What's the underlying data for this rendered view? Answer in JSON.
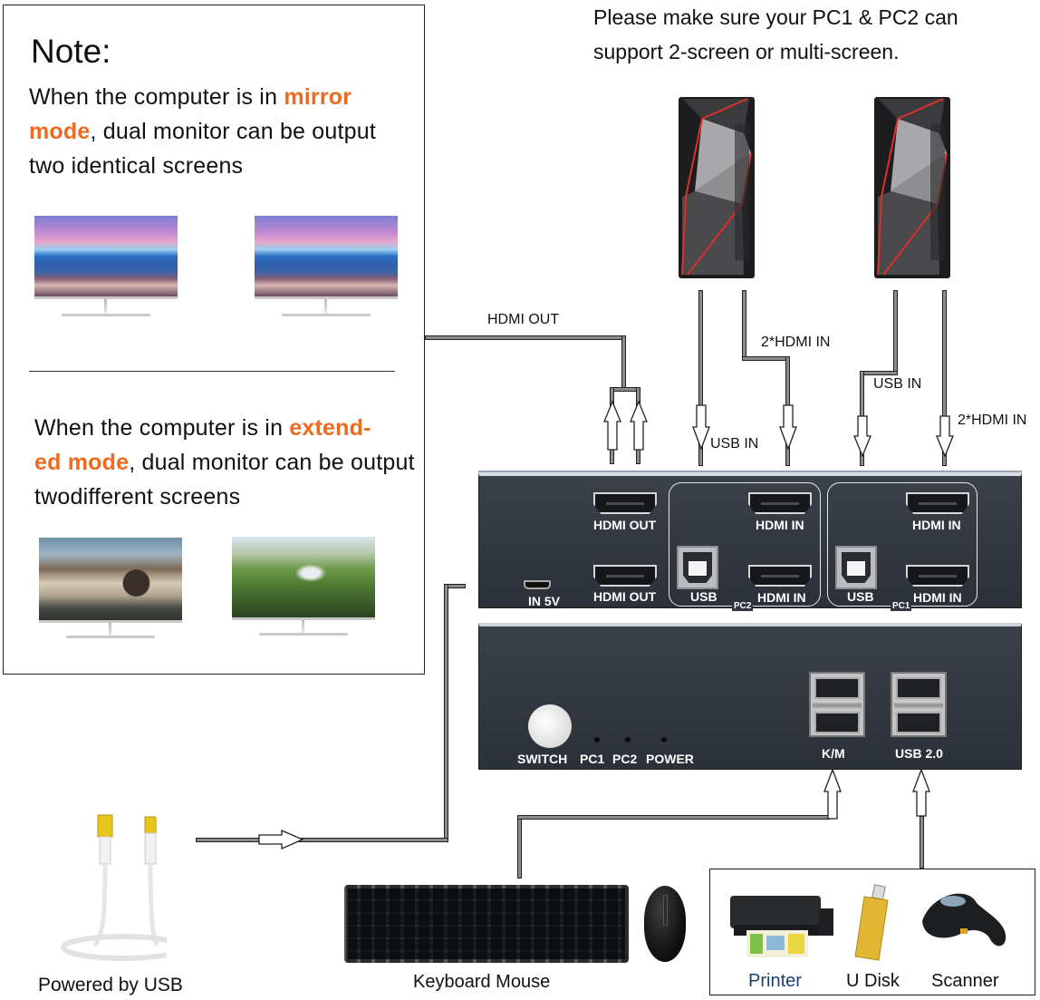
{
  "note": {
    "title": "Note:",
    "mirror": {
      "prefix": "When the computer is in ",
      "highlight_1": "mirror",
      "highlight_2": "mode",
      "suffix": ", dual monitor can be output two identical screens"
    },
    "extend": {
      "prefix": "When the computer is in ",
      "highlight_1": "extend-",
      "highlight_2": "ed mode",
      "suffix": ", dual monitor can be output twodifferent screens"
    },
    "highlight_color": "#ee6a1f"
  },
  "header": {
    "line1": "Please make sure your PC1 & PC2 can",
    "line2": "support 2-screen or multi-screen."
  },
  "cable_labels": {
    "hdmi_out": "HDMI OUT",
    "pc2_hdmi_in": "2*HDMI IN",
    "pc2_usb_in": "USB IN",
    "pc1_usb_in": "USB IN",
    "pc1_hdmi_in": "2*HDMI IN"
  },
  "device_back": {
    "power_port": "IN 5V",
    "hdmi_out_1": "HDMI OUT",
    "hdmi_out_2": "HDMI OUT",
    "pc2": {
      "group": "PC2",
      "usb": "USB",
      "hdmi_in_1": "HDMI IN",
      "hdmi_in_2": "HDMI IN"
    },
    "pc1": {
      "group": "PC1",
      "usb": "USB",
      "hdmi_in_1": "HDMI IN",
      "hdmi_in_2": "HDMI IN"
    }
  },
  "device_front": {
    "switch": "SWITCH",
    "led_pc1": "PC1",
    "led_pc2": "PC2",
    "led_power": "POWER",
    "km_ports": "K/M",
    "usb_ports": "USB 2.0"
  },
  "bottom": {
    "power_label": "Powered by USB",
    "keyboard_label": "Keyboard Mouse",
    "peripherals": [
      "Printer",
      "U Disk",
      "Scanner"
    ]
  }
}
